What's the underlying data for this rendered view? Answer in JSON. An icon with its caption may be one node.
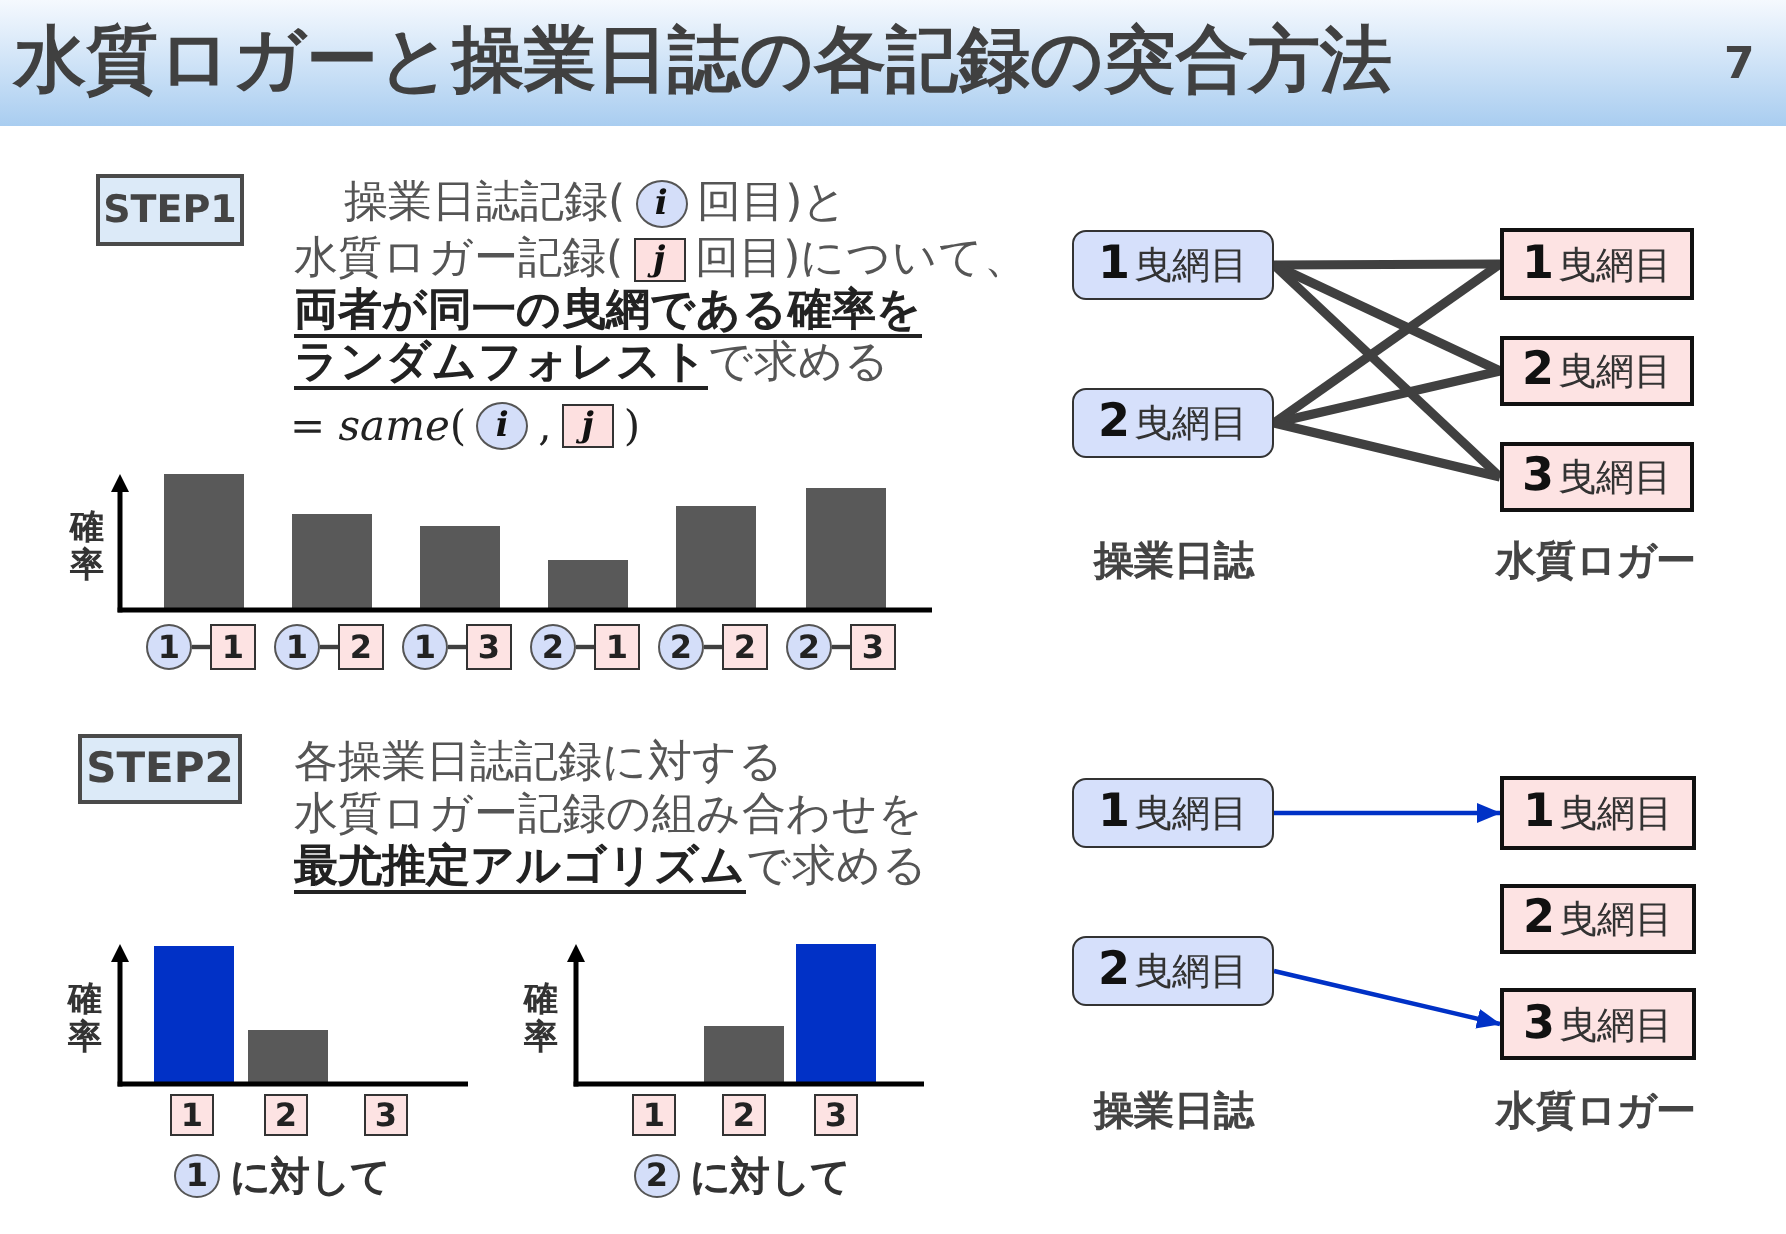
{
  "diagram": {
    "title": "水質ロガーと操業日誌の各記録の突合方法",
    "nodes": [
      {
        "text": [
          "STEP1"
        ]
      },
      {
        "text": [
          "i"
        ]
      },
      {
        "text": [
          "j"
        ]
      },
      {
        "text": [
          "i"
        ]
      },
      {
        "text": [
          "j"
        ]
      },
      {
        "text": [
          "1"
        ]
      },
      {
        "text": [
          "1"
        ]
      },
      {
        "text": [
          "1"
        ]
      },
      {
        "text": [
          "2"
        ]
      },
      {
        "text": [
          "1"
        ]
      },
      {
        "text": [
          "3"
        ]
      },
      {
        "text": [
          "2"
        ]
      },
      {
        "text": [
          "1"
        ]
      },
      {
        "text": [
          "2"
        ]
      },
      {
        "text": [
          "2"
        ]
      },
      {
        "text": [
          "2"
        ]
      },
      {
        "text": [
          "3"
        ]
      },
      {
        "text": [
          "**1**曳網目"
        ]
      },
      {
        "text": [
          "**2**曳網目"
        ]
      },
      {
        "text": [
          "**1**曳網目"
        ]
      },
      {
        "text": [
          "**2**曳網目"
        ]
      },
      {
        "text": [
          "**3**曳網目"
        ]
      },
      {
        "text": [
          "STEP2"
        ]
      },
      {
        "text": [
          "1"
        ]
      },
      {
        "text": [
          "2"
        ]
      },
      {
        "text": [
          "3"
        ]
      },
      {
        "text": [
          "1"
        ]
      },
      {
        "text": [
          "2"
        ]
      },
      {
        "text": [
          "3"
        ]
      },
      {
        "text": [
          "1"
        ],
        "beside": [
          "に対して"
        ]
      },
      {
        "text": [
          "2"
        ],
        "beside": [
          "に対して"
        ]
      },
      {
        "text": [
          "**1**曳網目"
        ]
      },
      {
        "text": [
          "**2**曳網目"
        ]
      },
      {
        "text": [
          "**1**曳網目"
        ]
      },
      {
        "text": [
          "**2**曳網目"
        ]
      },
      {
        "text": [
          "**3**曳網目"
        ]
      }
    ],
    "edges": [
      {
        "from": 5,
        "to": 6,
        "arrow": "none"
      },
      {
        "from": 7,
        "to": 8,
        "arrow": "none"
      },
      {
        "from": 9,
        "to": 10,
        "arrow": "none"
      },
      {
        "from": 11,
        "to": 12,
        "arrow": "none"
      },
      {
        "from": 13,
        "to": 14,
        "arrow": "none"
      },
      {
        "from": 15,
        "to": 16,
        "arrow": "none"
      },
      {
        "from": 17,
        "to": 19,
        "arrow": "none",
        "style": "thick"
      },
      {
        "from": 17,
        "to": 20,
        "arrow": "none",
        "style": "thick"
      },
      {
        "from": 17,
        "to": 21,
        "arrow": "none",
        "style": "thick"
      },
      {
        "from": 18,
        "to": 19,
        "arrow": "none",
        "style": "thick"
      },
      {
        "from": 18,
        "to": 20,
        "arrow": "none",
        "style": "thick"
      },
      {
        "from": 18,
        "to": 21,
        "arrow": "none",
        "style": "thick"
      },
      {
        "from": 31,
        "to": 33,
        "arrow": "to",
        "color": "#0031c6"
      },
      {
        "from": 32,
        "to": 35,
        "arrow": "to",
        "color": "#0031c6"
      }
    ],
    "labels": [
      "7",
      "操業日誌記録(",
      "回目)と",
      "水質ロガー記録(",
      "回目)について、",
      "**両者が同一の曳網である確率をランダムフォレスト**で求める",
      "= *same*(",
      ",",
      ")",
      "確率",
      "操業日誌",
      "水質ロガー",
      "各操業日誌記録に対する水質ロガー記録の組み合わせを**最尤推定アルゴリズム**で求める",
      "確率",
      "確率",
      "操業日誌",
      "水質ロガー"
    ]
  }
}
